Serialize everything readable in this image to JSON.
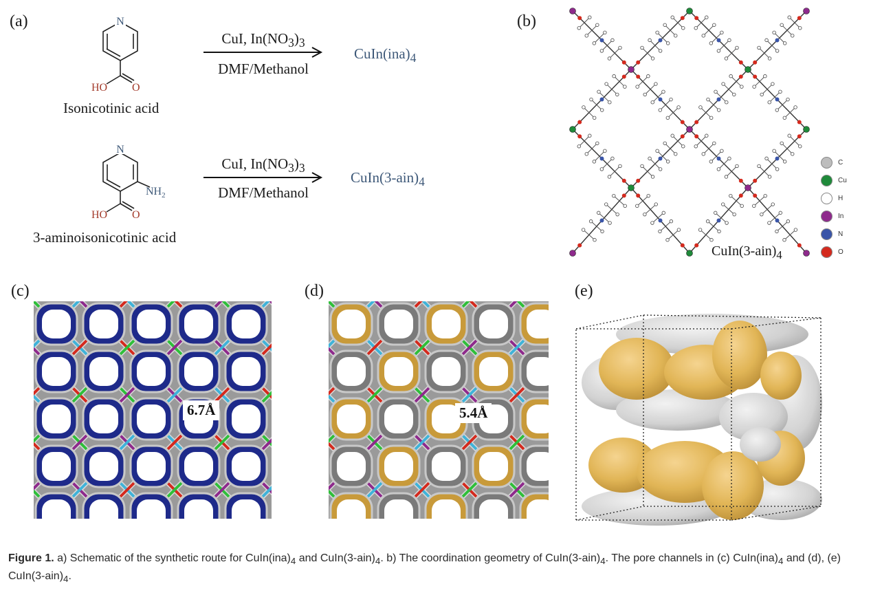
{
  "panels": {
    "a": "(a)",
    "b": "(b)",
    "c": "(c)",
    "d": "(d)",
    "e": "(e)"
  },
  "reaction1": {
    "ring_atom": "N",
    "acid_ho": "HO",
    "acid_o": "O",
    "name": "Isonicotinic acid",
    "reagents_top": "CuI, In(NO",
    "reagents_top_sub": "3",
    "reagents_top_close": ")",
    "reagents_top_sub2": "3",
    "reagents_bottom": "DMF/Methanol",
    "product": "CuIn(ina)",
    "product_sub": "4"
  },
  "reaction2": {
    "ring_atom": "N",
    "amine": "NH",
    "amine_sub": "2",
    "acid_ho": "HO",
    "acid_o": "O",
    "name": "3-aminoisonicotinic acid",
    "reagents_top": "CuI, In(NO",
    "reagents_top_sub": "3",
    "reagents_top_close": ")",
    "reagents_top_sub2": "3",
    "reagents_bottom": "DMF/Methanol",
    "product": "CuIn(3-ain)",
    "product_sub": "4"
  },
  "panel_b": {
    "label": "CuIn(3-ain)",
    "label_sub": "4",
    "legend": [
      {
        "symbol": "C",
        "color": "#bdbdbd"
      },
      {
        "symbol": "Cu",
        "color": "#1f8a3a"
      },
      {
        "symbol": "H",
        "color": "#ffffff"
      },
      {
        "symbol": "In",
        "color": "#8e2a8c"
      },
      {
        "symbol": "N",
        "color": "#3a55a8"
      },
      {
        "symbol": "O",
        "color": "#d42a1e"
      }
    ]
  },
  "panel_c": {
    "pore_size": "6.7Å",
    "pore_color": "#1e2a8a"
  },
  "panel_d": {
    "pore_size": "5.4Å",
    "pore_color": "#c89a3a"
  },
  "panel_e": {
    "surface_color": "#e0b24e"
  },
  "caption": {
    "figure": "Figure 1.",
    "t1": " a) Schematic of the synthetic route for CuIn(ina)",
    "s1": "4",
    "t2": " and CuIn(3-ain)",
    "s2": "4",
    "t3": ". b) The coordination geometry of CuIn(3-ain)",
    "s3": "4",
    "t4": ". The pore channels in (c) CuIn(ina)",
    "s4": "4",
    "t5": " and (d), (e) CuIn(3-ain)",
    "s5": "4",
    "t6": "."
  }
}
